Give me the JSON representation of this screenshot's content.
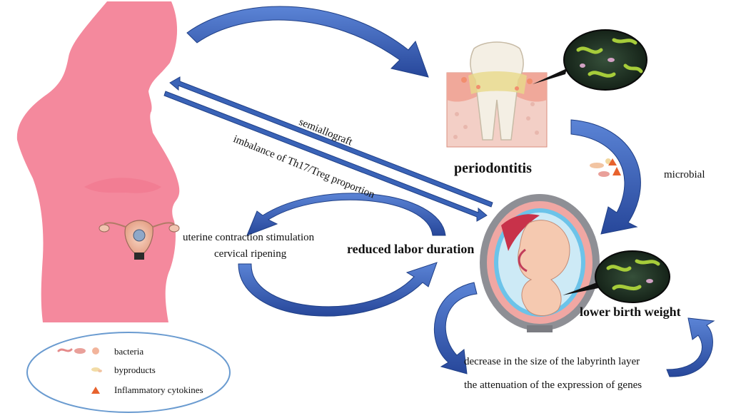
{
  "labels": {
    "periodontitis": "periodontitis",
    "microbial": "microbial",
    "semiallograft": "semiallograft",
    "imbalance": "imbalance of Th17/Treg proportion",
    "uterine": "uterine contraction stimulation",
    "cervical": "cervical ripening",
    "reduced_labor": "reduced labor duration",
    "lower_birth_weight": "lower birth weight",
    "labyrinth": "decrease in the size of the labyrinth layer",
    "genes": "the attenuation of the expression of genes"
  },
  "legend": {
    "items": [
      {
        "label": "bacteria",
        "icon": "bacteria-icon"
      },
      {
        "label": "byproducts",
        "icon": "byproducts-icon"
      },
      {
        "label": "Inflammatory cytokines",
        "icon": "cytokine-triangle-icon"
      }
    ]
  },
  "colors": {
    "silhouette": "#f4899d",
    "arrow_blue": "#3a63b7",
    "arrow_dark": "#1f3f86",
    "gum": "#f0a89a",
    "tooth": "#f2ede2",
    "bacteria_bg": "#1f2f22",
    "bacteria_green": "#a6cc3a",
    "legend_border": "#6a9bd0"
  }
}
